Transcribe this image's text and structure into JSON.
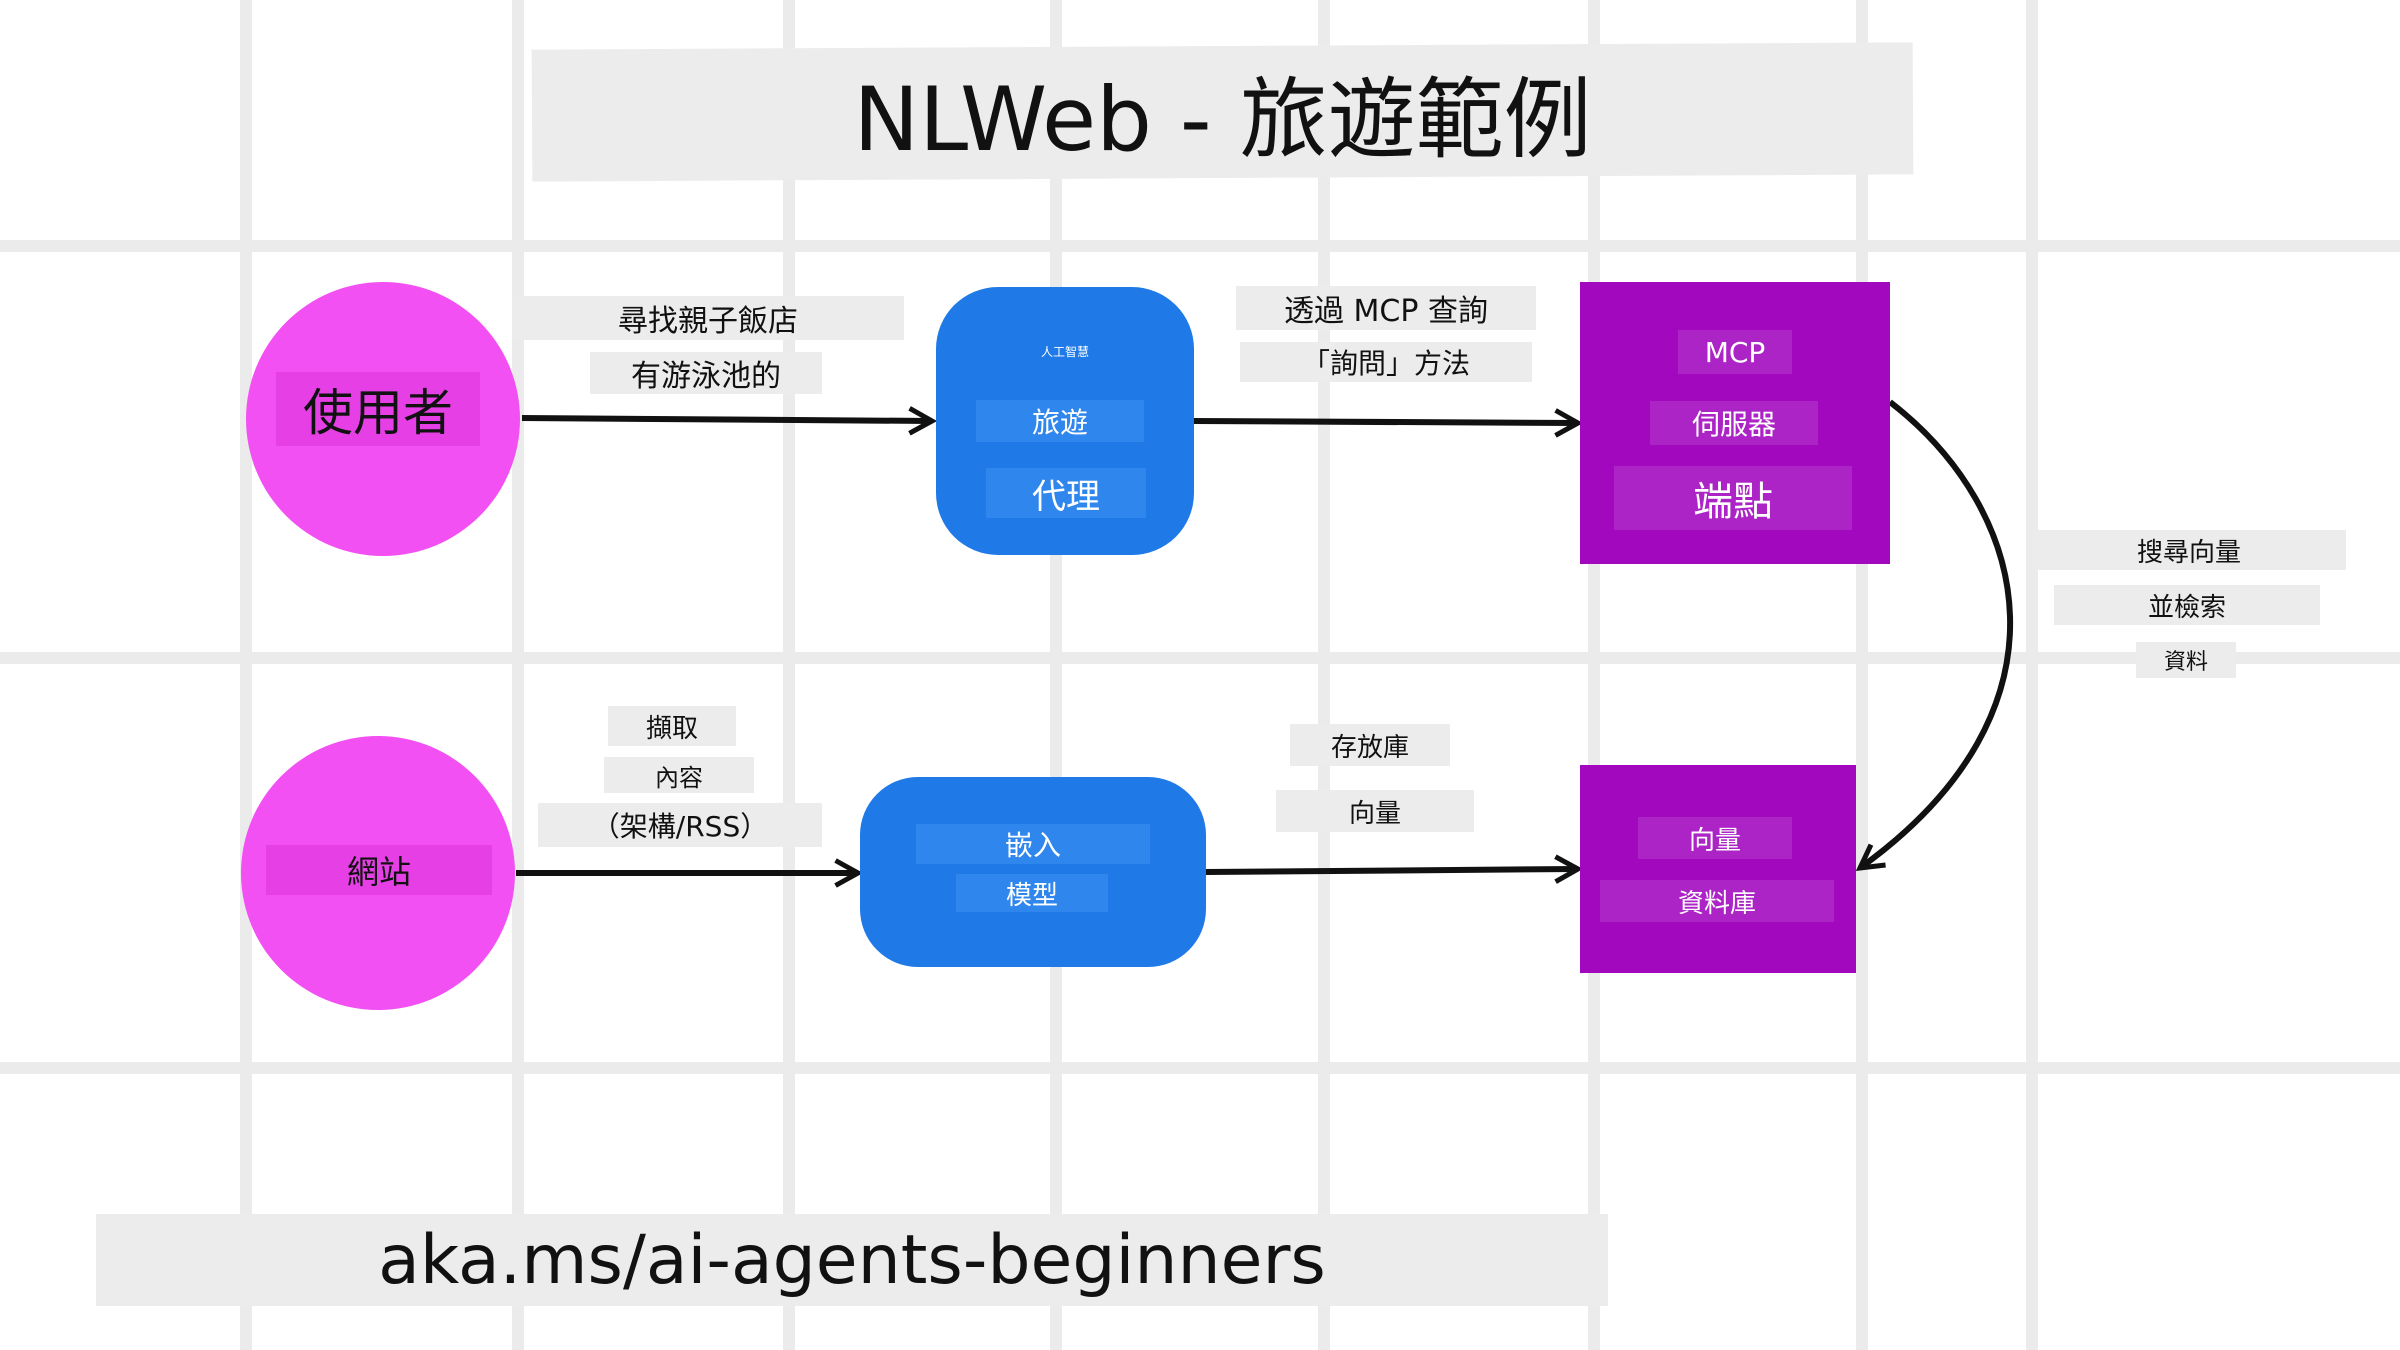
{
  "title": "NLWeb - 旅遊範例",
  "footer": "aka.ms/ai-agents-beginners",
  "colors": {
    "pink": "#f250f2",
    "blue": "#1f7ae8",
    "purple": "#a209be",
    "label_bg": "#ececec",
    "arrow": "#111111"
  },
  "nodes": {
    "user": {
      "label": "使用者"
    },
    "website": {
      "label": "網站"
    },
    "travel_agent": {
      "small_label": "人工智慧",
      "line1": "旅遊",
      "line2": "代理"
    },
    "embedding_model": {
      "line1": "嵌入",
      "line2": "模型"
    },
    "mcp_server": {
      "line1": "MCP",
      "line2": "伺服器",
      "line3": "端點"
    },
    "vector_db": {
      "line1": "向量",
      "line2": "資料庫"
    }
  },
  "edges": {
    "user_to_agent": {
      "line1": "尋找親子飯店",
      "line2": "有游泳池的"
    },
    "agent_to_mcp": {
      "line1": "透過 MCP 查詢",
      "line2": "「詢問」方法"
    },
    "mcp_to_vector": {
      "line1": "搜尋向量",
      "line2": "並檢索",
      "line3": "資料"
    },
    "website_to_embed": {
      "line1": "擷取",
      "line2": "內容",
      "line3": "（架構/RSS）"
    },
    "embed_to_vector": {
      "line1": "存放庫",
      "line2": "向量"
    }
  }
}
